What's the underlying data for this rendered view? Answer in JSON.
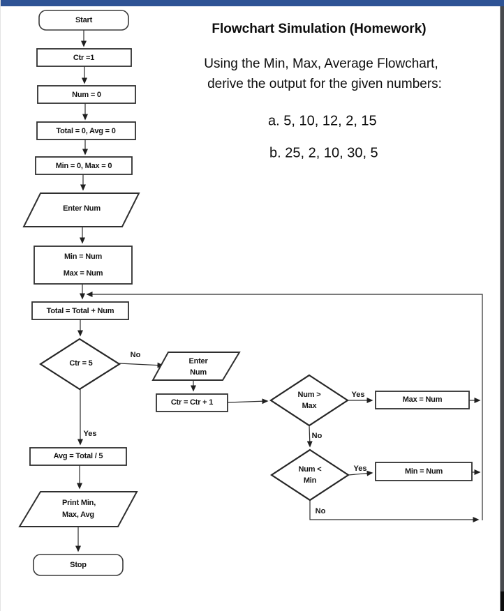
{
  "window": {
    "top_bar_color": "#2e5395",
    "edge_strip_color": "#47494d"
  },
  "panel": {
    "title": "Flowchart Simulation (Homework)",
    "instruction_line1": "Using the Min, Max, Average Flowchart,",
    "instruction_line2": "derive the output for the given numbers:",
    "item_a": "a. 5, 10, 12, 2, 15",
    "item_b": "b. 25, 2, 10, 30, 5"
  },
  "flowchart": {
    "nodes": {
      "start": "Start",
      "ctr_init": "Ctr =1",
      "num_init": "Num = 0",
      "total_avg_init": "Total = 0, Avg = 0",
      "min_max_init": "Min = 0, Max = 0",
      "enter_num": "Enter Num",
      "min_num": "Min = Num",
      "max_num": "Max = Num",
      "total_update": "Total = Total + Num",
      "ctr_check": "Ctr = 5",
      "enter_num2_line1": "Enter",
      "enter_num2_line2": "Num",
      "ctr_increment": "Ctr = Ctr + 1",
      "num_gt_max_line1": "Num >",
      "num_gt_max_line2": "Max",
      "max_assign": "Max = Num",
      "num_lt_min_line1": "Num <",
      "num_lt_min_line2": "Min",
      "min_assign": "Min = Num",
      "avg_calc": "Avg = Total / 5",
      "print_line1": "Print Min,",
      "print_line2": "Max, Avg",
      "stop": "Stop"
    },
    "edge_labels": {
      "ctr_no": "No",
      "ctr_yes": "Yes",
      "max_yes": "Yes",
      "max_no": "No",
      "min_yes": "Yes",
      "min_no": "No"
    }
  }
}
